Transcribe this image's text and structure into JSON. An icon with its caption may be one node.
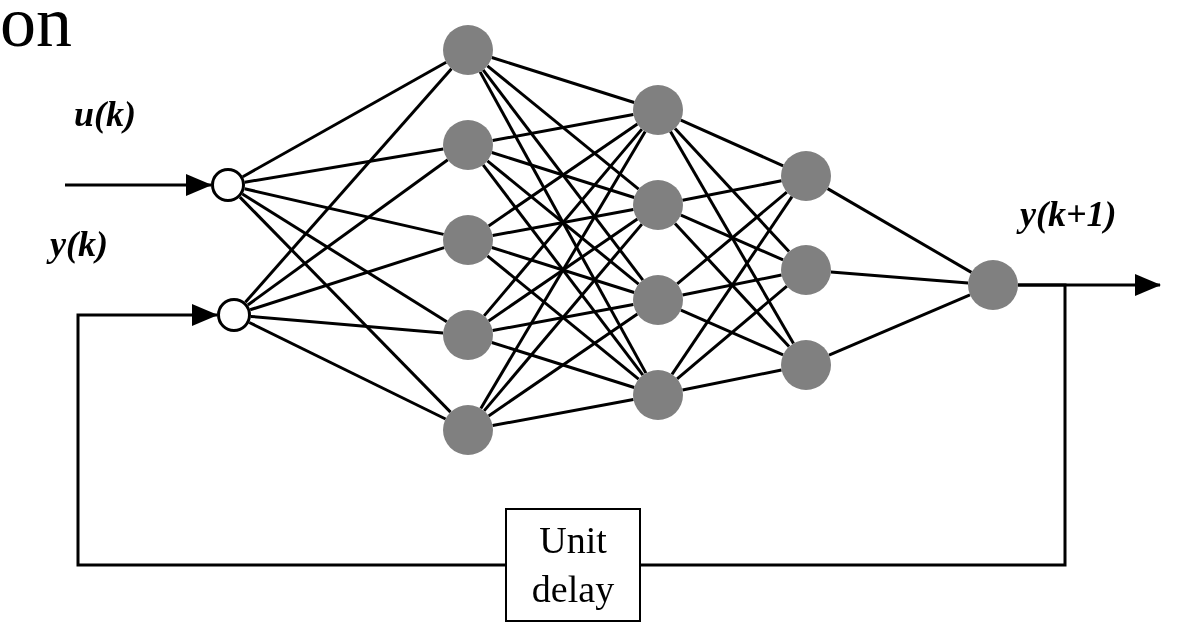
{
  "diagram": {
    "nodes": [
      {
        "text": [],
        "shape": "circle"
      },
      {
        "text": [],
        "shape": "circle"
      },
      {
        "text": [],
        "shape": "circle"
      },
      {
        "text": [],
        "shape": "circle"
      },
      {
        "text": [],
        "shape": "circle"
      },
      {
        "text": [],
        "shape": "circle"
      },
      {
        "text": [],
        "shape": "circle"
      },
      {
        "text": [],
        "shape": "circle"
      },
      {
        "text": [],
        "shape": "circle"
      },
      {
        "text": [],
        "shape": "circle"
      },
      {
        "text": [],
        "shape": "circle"
      },
      {
        "text": [],
        "shape": "circle"
      },
      {
        "text": [],
        "shape": "circle"
      },
      {
        "text": [],
        "shape": "circle"
      },
      {
        "text": [],
        "shape": "circle"
      },
      {
        "text": [
          "Unit delay"
        ]
      }
    ],
    "edges": [
      {
        "from": null,
        "to": 0,
        "arrow": "to",
        "label": "u(k)"
      },
      {
        "from": 15,
        "to": 1,
        "arrow": "to",
        "label": "y(k)"
      },
      {
        "from": 14,
        "to": null,
        "arrow": "to",
        "label": "y(k+1)"
      },
      {
        "from": 14,
        "to": 15,
        "arrow": "none"
      },
      {
        "from": 0,
        "to": 2,
        "arrow": "none"
      },
      {
        "from": 0,
        "to": 3,
        "arrow": "none"
      },
      {
        "from": 0,
        "to": 4,
        "arrow": "none"
      },
      {
        "from": 0,
        "to": 5,
        "arrow": "none"
      },
      {
        "from": 0,
        "to": 6,
        "arrow": "none"
      },
      {
        "from": 1,
        "to": 2,
        "arrow": "none"
      },
      {
        "from": 1,
        "to": 3,
        "arrow": "none"
      },
      {
        "from": 1,
        "to": 4,
        "arrow": "none"
      },
      {
        "from": 1,
        "to": 5,
        "arrow": "none"
      },
      {
        "from": 1,
        "to": 6,
        "arrow": "none"
      },
      {
        "from": 2,
        "to": 7,
        "arrow": "none"
      },
      {
        "from": 2,
        "to": 8,
        "arrow": "none"
      },
      {
        "from": 2,
        "to": 9,
        "arrow": "none"
      },
      {
        "from": 2,
        "to": 10,
        "arrow": "none"
      },
      {
        "from": 3,
        "to": 7,
        "arrow": "none"
      },
      {
        "from": 3,
        "to": 8,
        "arrow": "none"
      },
      {
        "from": 3,
        "to": 9,
        "arrow": "none"
      },
      {
        "from": 3,
        "to": 10,
        "arrow": "none"
      },
      {
        "from": 4,
        "to": 7,
        "arrow": "none"
      },
      {
        "from": 4,
        "to": 8,
        "arrow": "none"
      },
      {
        "from": 4,
        "to": 9,
        "arrow": "none"
      },
      {
        "from": 4,
        "to": 10,
        "arrow": "none"
      },
      {
        "from": 5,
        "to": 7,
        "arrow": "none"
      },
      {
        "from": 5,
        "to": 8,
        "arrow": "none"
      },
      {
        "from": 5,
        "to": 9,
        "arrow": "none"
      },
      {
        "from": 5,
        "to": 10,
        "arrow": "none"
      },
      {
        "from": 6,
        "to": 7,
        "arrow": "none"
      },
      {
        "from": 6,
        "to": 8,
        "arrow": "none"
      },
      {
        "from": 6,
        "to": 9,
        "arrow": "none"
      },
      {
        "from": 6,
        "to": 10,
        "arrow": "none"
      },
      {
        "from": 7,
        "to": 11,
        "arrow": "none"
      },
      {
        "from": 7,
        "to": 12,
        "arrow": "none"
      },
      {
        "from": 7,
        "to": 13,
        "arrow": "none"
      },
      {
        "from": 8,
        "to": 11,
        "arrow": "none"
      },
      {
        "from": 8,
        "to": 12,
        "arrow": "none"
      },
      {
        "from": 8,
        "to": 13,
        "arrow": "none"
      },
      {
        "from": 9,
        "to": 11,
        "arrow": "none"
      },
      {
        "from": 9,
        "to": 12,
        "arrow": "none"
      },
      {
        "from": 9,
        "to": 13,
        "arrow": "none"
      },
      {
        "from": 10,
        "to": 11,
        "arrow": "none"
      },
      {
        "from": 10,
        "to": 12,
        "arrow": "none"
      },
      {
        "from": 10,
        "to": 13,
        "arrow": "none"
      },
      {
        "from": 11,
        "to": 14,
        "arrow": "none"
      },
      {
        "from": 12,
        "to": 14,
        "arrow": "none"
      },
      {
        "from": 13,
        "to": 14,
        "arrow": "none"
      }
    ],
    "labels": [
      "on"
    ]
  }
}
